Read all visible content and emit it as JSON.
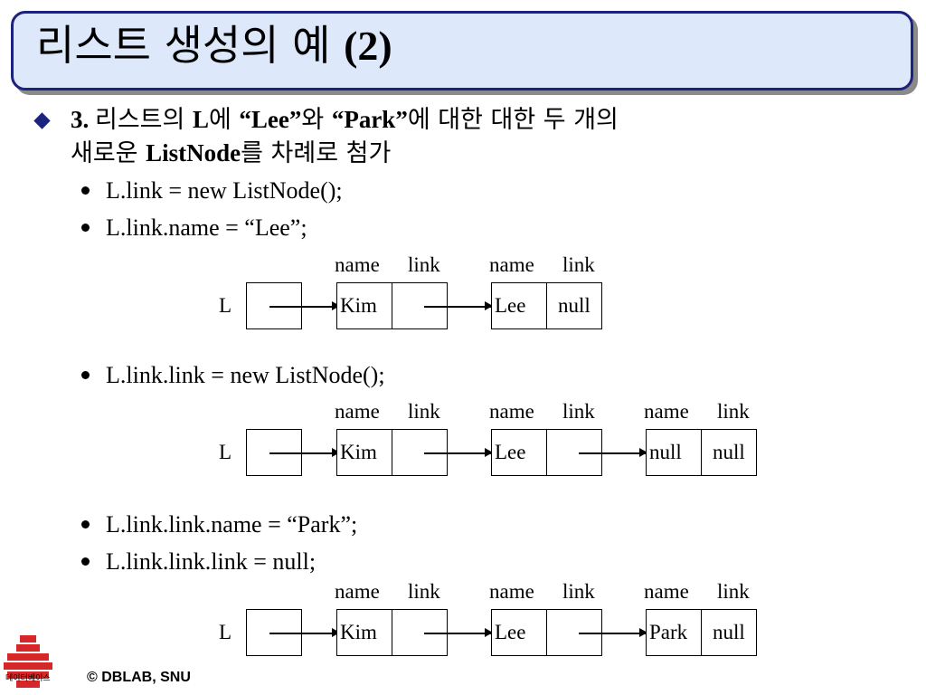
{
  "title": {
    "text": "리스트 생성의 예 ",
    "num": "(2)"
  },
  "heading": {
    "line1": [
      {
        "t": "3. ",
        "b": true
      },
      {
        "t": "리스트의 ",
        "b": false
      },
      {
        "t": "L",
        "b": true
      },
      {
        "t": "에 ",
        "b": false
      },
      {
        "t": "“Lee”",
        "b": true
      },
      {
        "t": "와 ",
        "b": false
      },
      {
        "t": "“Park”",
        "b": true
      },
      {
        "t": "에 대한 대한 두 개의",
        "b": false
      }
    ],
    "line2": [
      {
        "t": "새로운 ",
        "b": false
      },
      {
        "t": "ListNode",
        "b": true
      },
      {
        "t": "를 차례로 첨가",
        "b": false
      }
    ]
  },
  "bullets": [
    "L.link = new ListNode();",
    "L.link.name = “Lee”;",
    "L.link.link = new ListNode();",
    "L.link.link.name = “Park”;",
    "L.link.link.link = null;"
  ],
  "diagrams": [
    {
      "var": "L",
      "nodes": [
        {
          "name": "Kim",
          "link": ""
        },
        {
          "name": "Lee",
          "link": "null"
        }
      ],
      "headers": [
        "name",
        "link"
      ]
    },
    {
      "var": "L",
      "nodes": [
        {
          "name": "Kim",
          "link": ""
        },
        {
          "name": "Lee",
          "link": ""
        },
        {
          "name": "null",
          "link": "null"
        }
      ],
      "headers": [
        "name",
        "link"
      ]
    },
    {
      "var": "L",
      "nodes": [
        {
          "name": "Kim",
          "link": ""
        },
        {
          "name": "Lee",
          "link": ""
        },
        {
          "name": "Park",
          "link": "null"
        }
      ],
      "headers": [
        "name",
        "link"
      ]
    }
  ],
  "footer": "© DBLAB, SNU",
  "logo_text": "데이터베이스",
  "colors": {
    "title_bg": "#dde8fb",
    "title_border": "#1a237e",
    "bullet": "#1a237e",
    "logo": "#d62828"
  }
}
